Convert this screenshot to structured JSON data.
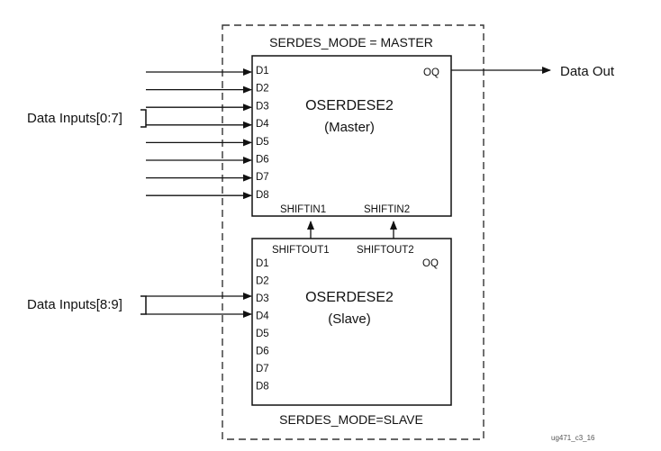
{
  "colors": {
    "line": "#111111",
    "background": "#ffffff",
    "dash": "#333333"
  },
  "outer": {
    "top_label": "SERDES_MODE = MASTER",
    "bottom_label": "SERDES_MODE=SLAVE"
  },
  "master": {
    "name": "OSERDESE2",
    "role": "(Master)",
    "inputs": [
      "D1",
      "D2",
      "D3",
      "D4",
      "D5",
      "D6",
      "D7",
      "D8"
    ],
    "output": "OQ",
    "shiftin1": "SHIFTIN1",
    "shiftin2": "SHIFTIN2"
  },
  "slave": {
    "name": "OSERDESE2",
    "role": "(Slave)",
    "inputs": [
      "D1",
      "D2",
      "D3",
      "D4",
      "D5",
      "D6",
      "D7",
      "D8"
    ],
    "output": "OQ",
    "shiftout1": "SHIFTOUT1",
    "shiftout2": "SHIFTOUT2"
  },
  "external": {
    "data_inputs_master": "Data Inputs[0:7]",
    "data_inputs_slave": "Data Inputs[8:9]",
    "data_out": "Data Out"
  },
  "watermark": "ug471_c3_16"
}
